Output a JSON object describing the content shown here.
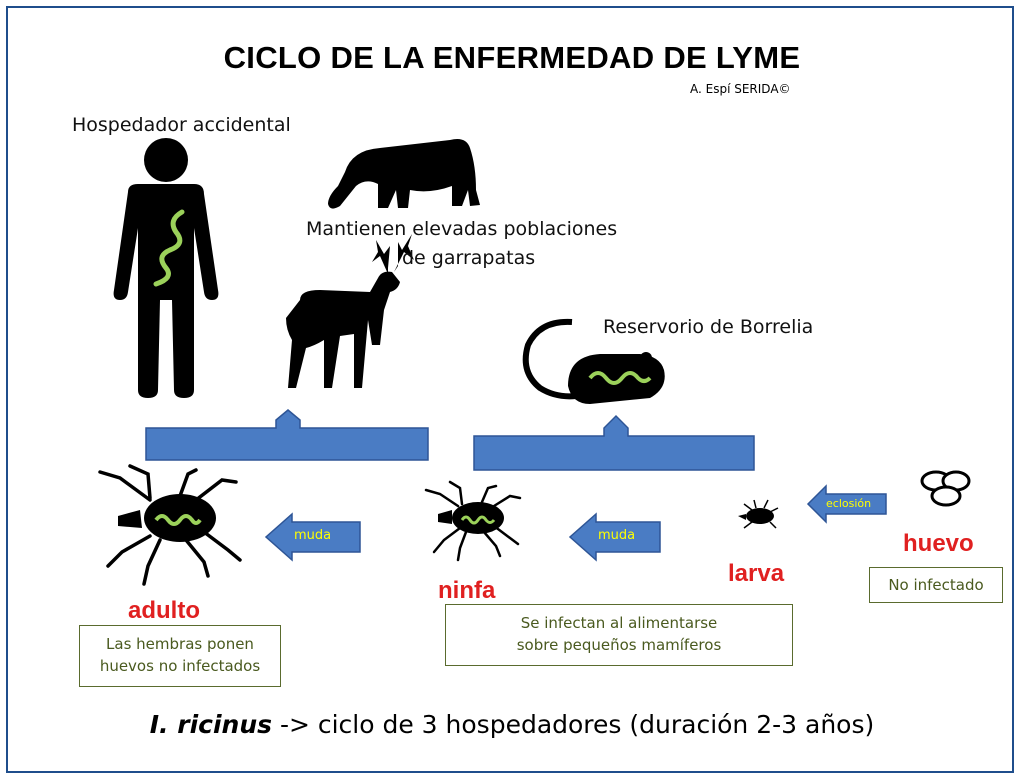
{
  "title": "CICLO DE LA ENFERMEDAD DE LYME",
  "credit": "A. Espí SERIDA©",
  "labels": {
    "accidental_host": "Hospedador accidental",
    "populations_line1": "Mantienen elevadas poblaciones",
    "populations_line2": "de garrapatas",
    "reservoir": "Reservorio de Borrelia"
  },
  "stages": {
    "adult": "adulto",
    "nymph": "ninfa",
    "larva": "larva",
    "egg": "huevo"
  },
  "arrows": {
    "molt1": "muda",
    "molt2": "muda",
    "hatch": "eclosión"
  },
  "notes": {
    "adult_line1": "Las hembras ponen",
    "adult_line2": "huevos no infectados",
    "nymph_line1": "Se infectan al alimentarse",
    "nymph_line2": "sobre pequeños mamíferos",
    "egg": "No infectado"
  },
  "footer": {
    "species": "I. ricinus",
    "text": " ->  ciclo  de 3 hospedadores (duración 2-3 años)"
  },
  "colors": {
    "frame": "#1f4e8c",
    "arrow_fill": "#4a7cc4",
    "arrow_stroke": "#2e5596",
    "stage_text": "#e02020",
    "bacteria": "#9bd15a",
    "note_border": "#5a6b2e"
  }
}
